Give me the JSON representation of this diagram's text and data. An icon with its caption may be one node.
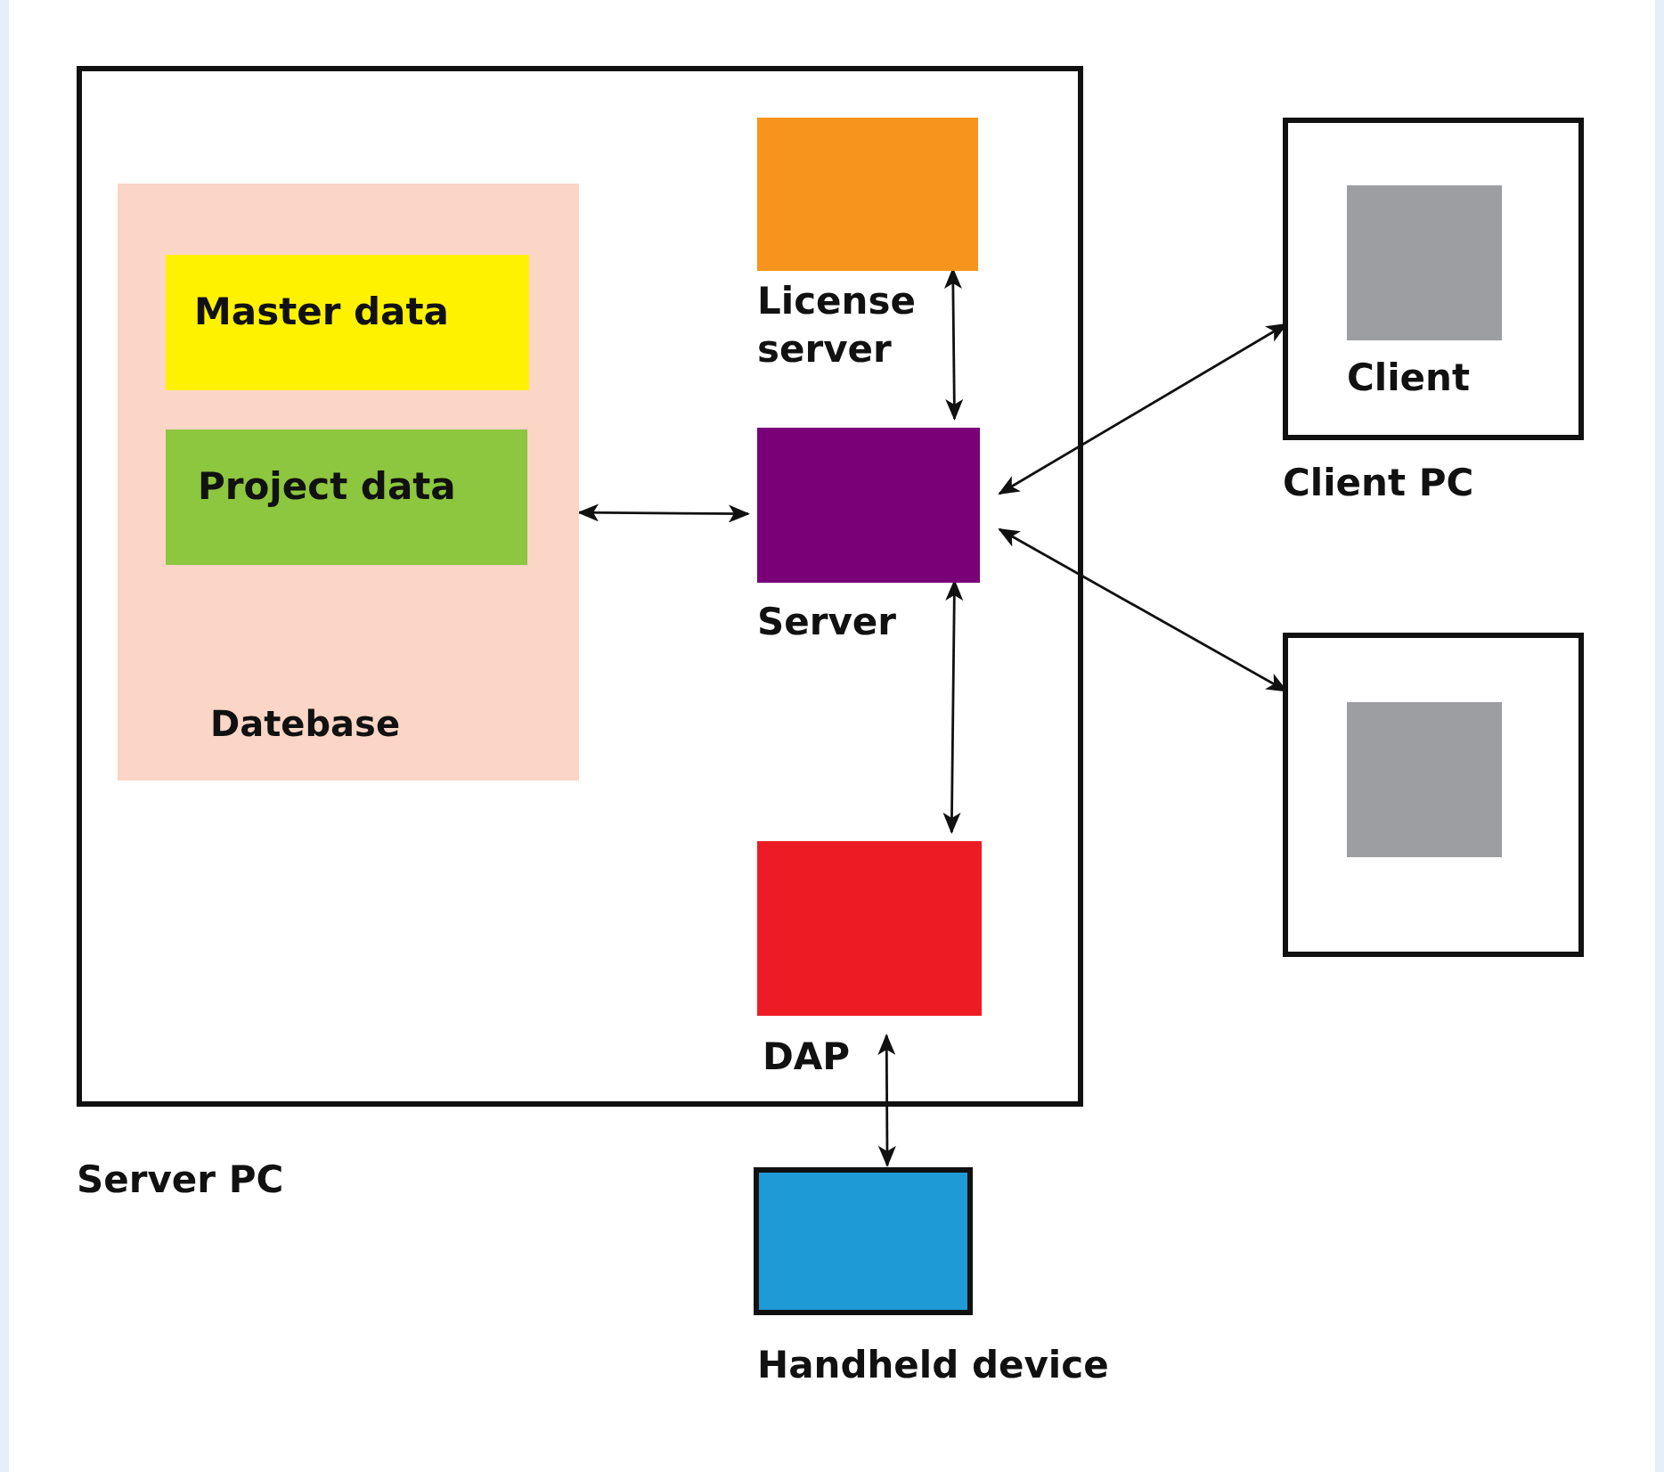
{
  "diagram": {
    "nodes": [
      {
        "text": [
          "Server PC"
        ]
      },
      {
        "text": [
          "Datebase"
        ],
        "in": 0
      },
      {
        "text": [
          "Master data"
        ],
        "in": 1
      },
      {
        "text": [
          "Project data"
        ],
        "in": 1
      },
      {
        "text": [
          "License server"
        ],
        "in": 0
      },
      {
        "text": [
          "Server"
        ],
        "in": 0
      },
      {
        "text": [
          "DAP"
        ],
        "in": 0
      },
      {
        "text": [
          "Client PC"
        ]
      },
      {
        "text": [
          "Client"
        ],
        "in": 7
      },
      {
        "text": [],
        "shape": "box"
      },
      {
        "text": [],
        "shape": "box",
        "in": 9
      },
      {
        "text": [
          "Handheld device"
        ]
      }
    ],
    "edges": [
      {
        "from": 1,
        "to": 5,
        "arrow": "both"
      },
      {
        "from": 4,
        "to": 5,
        "arrow": "both"
      },
      {
        "from": 5,
        "to": 6,
        "arrow": "both"
      },
      {
        "from": 5,
        "to": 7,
        "arrow": "both"
      },
      {
        "from": 5,
        "to": 9,
        "arrow": "both"
      },
      {
        "from": 6,
        "to": 11,
        "arrow": "both"
      }
    ]
  }
}
